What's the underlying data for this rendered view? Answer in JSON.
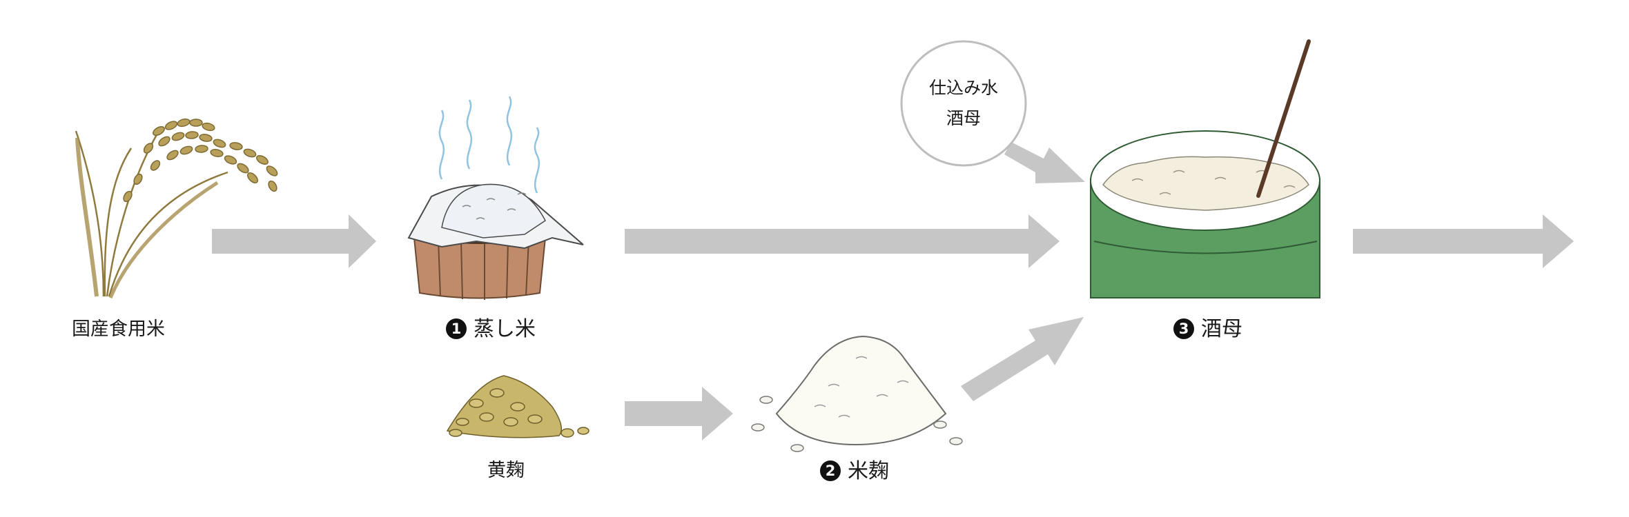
{
  "labels": {
    "rice": "国産食用米",
    "koji_spores": "黄麹",
    "step1": {
      "number": "1",
      "text": "蒸し米"
    },
    "step2": {
      "number": "2",
      "text": "米麹"
    },
    "step3": {
      "number": "3",
      "text": "酒母"
    }
  },
  "bubble": {
    "line1": "仕込み水",
    "line2": "酒母"
  },
  "colors": {
    "arrow": "#c6c6c6",
    "tank": "#5c9e62",
    "tub": "#c08b6a",
    "rice_plant": "#a68d4e",
    "koji_spores": "#c8b66a",
    "bubble_outline": "#bdbdbd"
  },
  "icons": [
    "rice-plant-icon",
    "steamed-rice-tub-icon",
    "yellow-koji-icon",
    "rice-koji-pile-icon",
    "shubo-tank-icon"
  ]
}
